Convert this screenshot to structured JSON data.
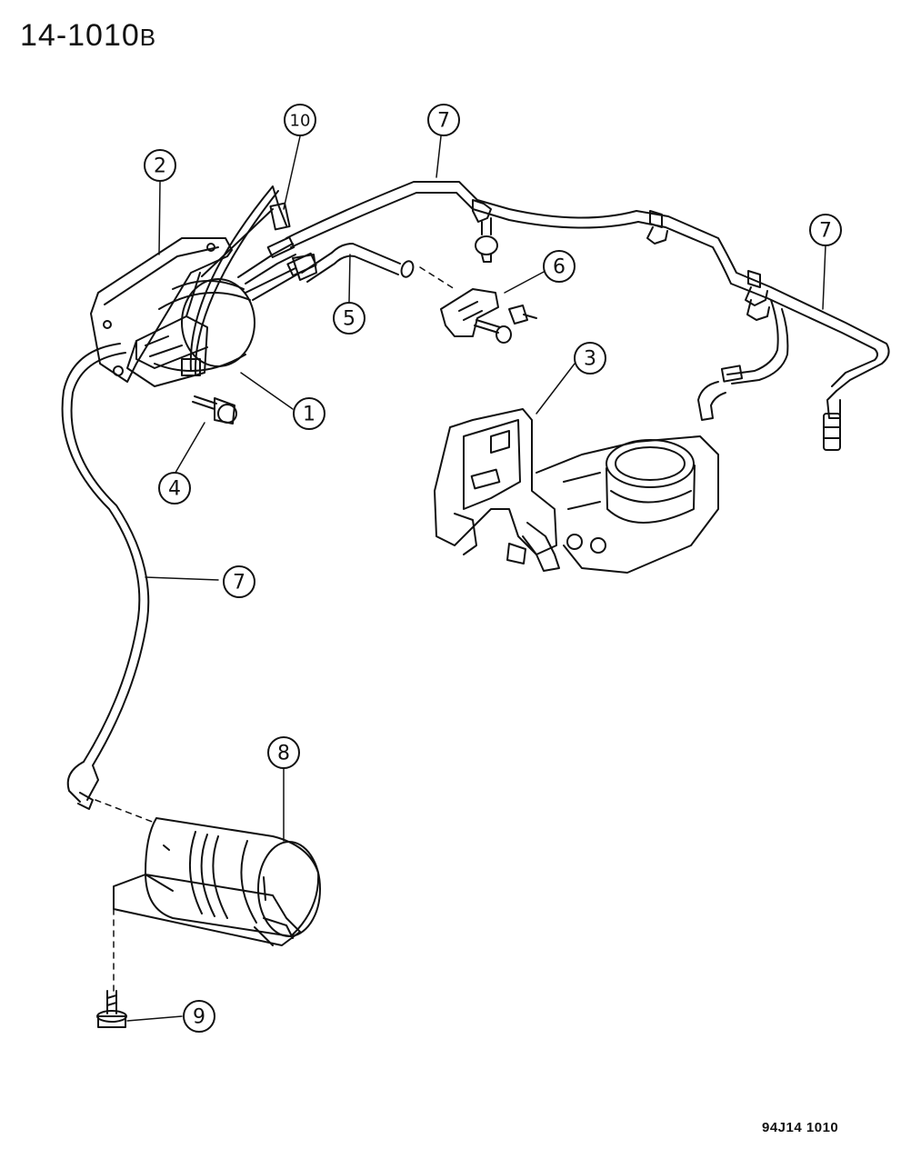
{
  "header": {
    "code_main": "14-1010",
    "code_suffix": "B"
  },
  "footer": {
    "ref": "94J14 1010"
  },
  "callouts": [
    {
      "id": "c1",
      "label": "1"
    },
    {
      "id": "c2",
      "label": "2"
    },
    {
      "id": "c3",
      "label": "3"
    },
    {
      "id": "c4",
      "label": "4"
    },
    {
      "id": "c5",
      "label": "5"
    },
    {
      "id": "c6",
      "label": "6"
    },
    {
      "id": "c7a",
      "label": "7"
    },
    {
      "id": "c7b",
      "label": "7"
    },
    {
      "id": "c7c",
      "label": "7"
    },
    {
      "id": "c8",
      "label": "8"
    },
    {
      "id": "c9",
      "label": "9"
    },
    {
      "id": "c10",
      "label": "10"
    }
  ]
}
